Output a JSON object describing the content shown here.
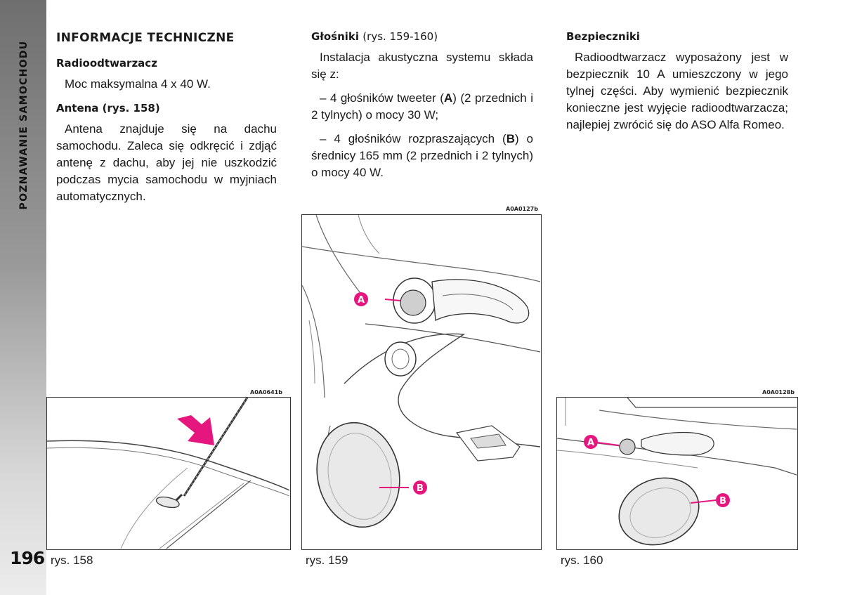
{
  "sidebar": {
    "title": "POZNAWANIE SAMOCHODU"
  },
  "page_number": "196",
  "col1": {
    "heading": "INFORMACJE TECHNICZNE",
    "radio_heading": "Radioodtwarzacz",
    "radio_text": "Moc maksymalna 4 x 40 W.",
    "antenna_heading": "Antena",
    "antenna_ref": "(rys. 158)",
    "antenna_text": "Antena znajduje się na dachu samochodu. Zaleca się odkręcić i zdjąć antenę z dachu, aby jej nie uszkodzić podczas mycia samochodu w myjniach automatycznych."
  },
  "col2": {
    "heading": "Głośniki",
    "ref": "(rys. 159-160)",
    "intro": "Instalacja akustyczna systemu składa się z:",
    "item1_pre": "– 4 głośników tweeter (",
    "item1_letter": "A",
    "item1_post": ") (2 przednich i 2 tylnych) o mocy 30 W;",
    "item2_pre": "– 4 głośników rozpraszających (",
    "item2_letter": "B",
    "item2_post": ") o średnicy 165 mm (2 przednich i 2 tylnych) o mocy 40 W."
  },
  "col3": {
    "heading": "Bezpieczniki",
    "text": "Radioodtwarzacz wyposażony jest w bezpiecznik 10 A umieszczony w jego tylnej części. Aby wymienić bezpiecznik konieczne jest wyjęcie radioodtwarzacza; najlepiej zwrócić się do ASO Alfa Romeo."
  },
  "figures": {
    "fig158": {
      "code": "A0A0641b",
      "caption": "rys. 158"
    },
    "fig159": {
      "code": "A0A0127b",
      "caption": "rys. 159",
      "label_a": "A",
      "label_b": "B"
    },
    "fig160": {
      "code": "A0A0128b",
      "caption": "rys. 160",
      "label_a": "A",
      "label_b": "B"
    }
  },
  "colors": {
    "accent": "#e5177e",
    "sidebar_top": "#6f6f6f",
    "sidebar_bottom": "#ececec"
  }
}
